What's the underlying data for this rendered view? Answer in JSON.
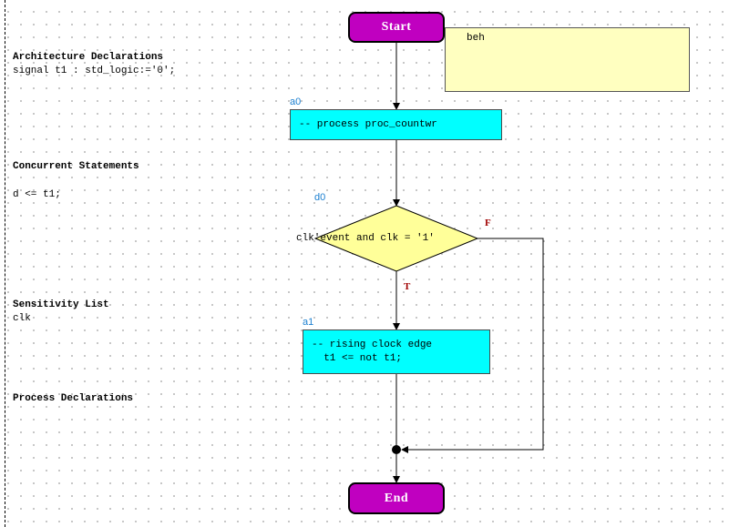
{
  "sidebar": {
    "architecture_declarations": {
      "heading": "Architecture Declarations",
      "text": "signal t1 : std_logic:='0';"
    },
    "concurrent_statements": {
      "heading": "Concurrent Statements",
      "text": "d <= t1;"
    },
    "sensitivity_list": {
      "heading": "Sensitivity List",
      "text": "clk"
    },
    "process_declarations": {
      "heading": "Process Declarations"
    }
  },
  "flowchart": {
    "start_label": "Start",
    "end_label": "End",
    "note_text": "beh",
    "action_a0": {
      "id": "a0",
      "text": "-- process proc_countwr"
    },
    "decision_d0": {
      "id": "d0",
      "condition": "clk'event and clk = '1'",
      "true_label": "T",
      "false_label": "F"
    },
    "action_a1": {
      "id": "a1",
      "line1": "-- rising clock edge",
      "line2": "  t1 <= not t1;"
    }
  },
  "colors": {
    "terminal": "#c000c0",
    "action": "#00ffff",
    "decision": "#ffff99",
    "note": "#ffffc0",
    "label": "#1a7fd0",
    "branch": "#a00000"
  }
}
